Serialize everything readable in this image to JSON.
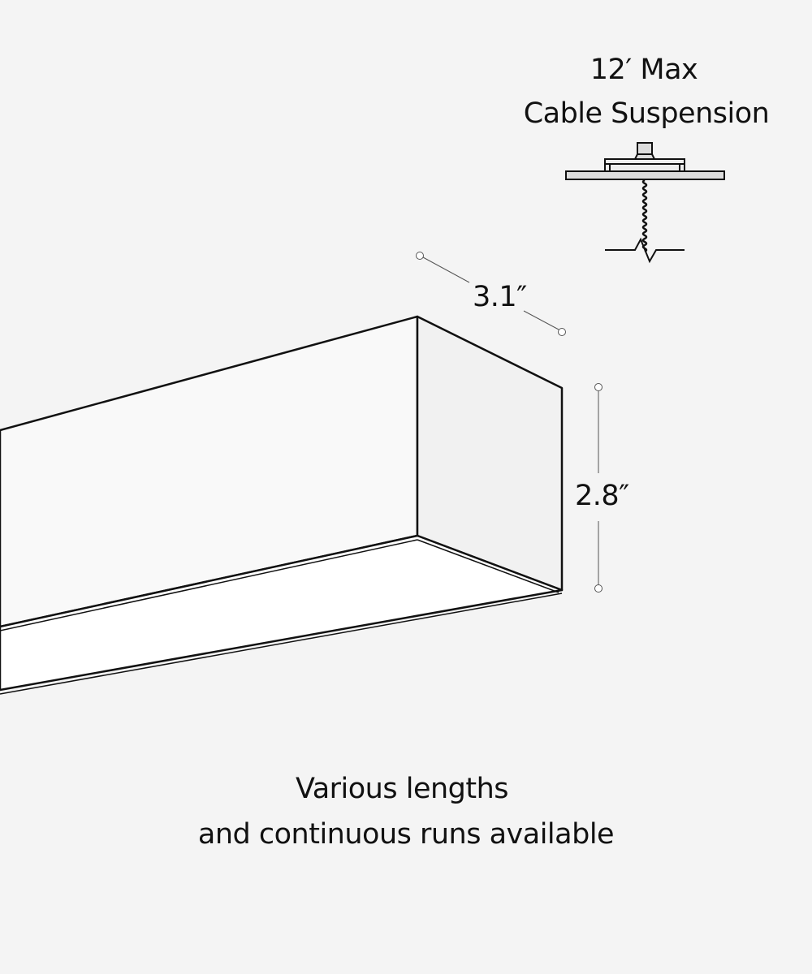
{
  "suspension": {
    "line1": "12′ Max",
    "line2": "Cable Suspension"
  },
  "dimensions": {
    "width": "3.1″",
    "height": "2.8″"
  },
  "footer": {
    "line1": "Various lengths",
    "line2": "and continuous runs available"
  }
}
